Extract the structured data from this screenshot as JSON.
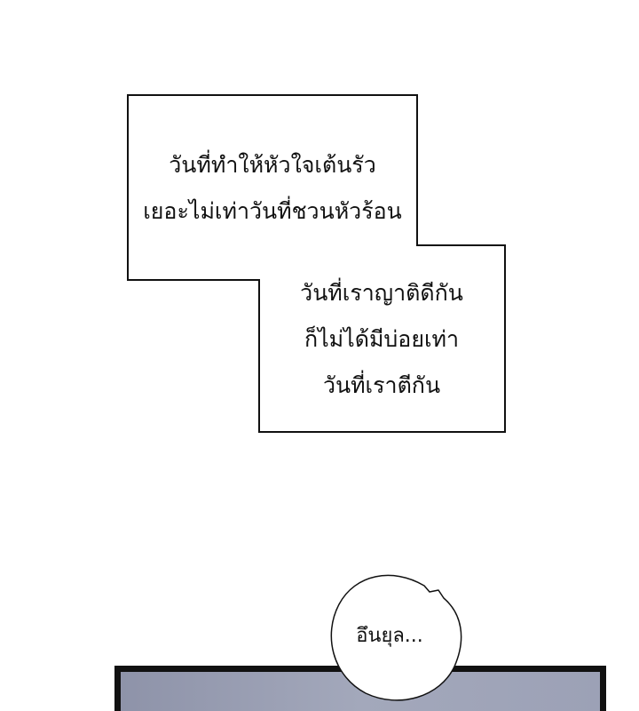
{
  "narration_box_1": {
    "lines": [
      "วันที่ทำให้หัวใจเต้นรัว",
      "เยอะไม่เท่าวันที่ชวนหัวร้อน"
    ]
  },
  "narration_box_2": {
    "lines": [
      "วันที่เราญาติดีกัน",
      "ก็ไม่ได้มีบ่อยเท่า",
      "วันที่เราตีกัน"
    ]
  },
  "speech_bubble": {
    "text": "อึนยุล..."
  },
  "colors": {
    "background": "#ffffff",
    "ink": "#111111",
    "panel_frame": "#1a1a1a",
    "panel_sky": "#9aa0b4"
  }
}
